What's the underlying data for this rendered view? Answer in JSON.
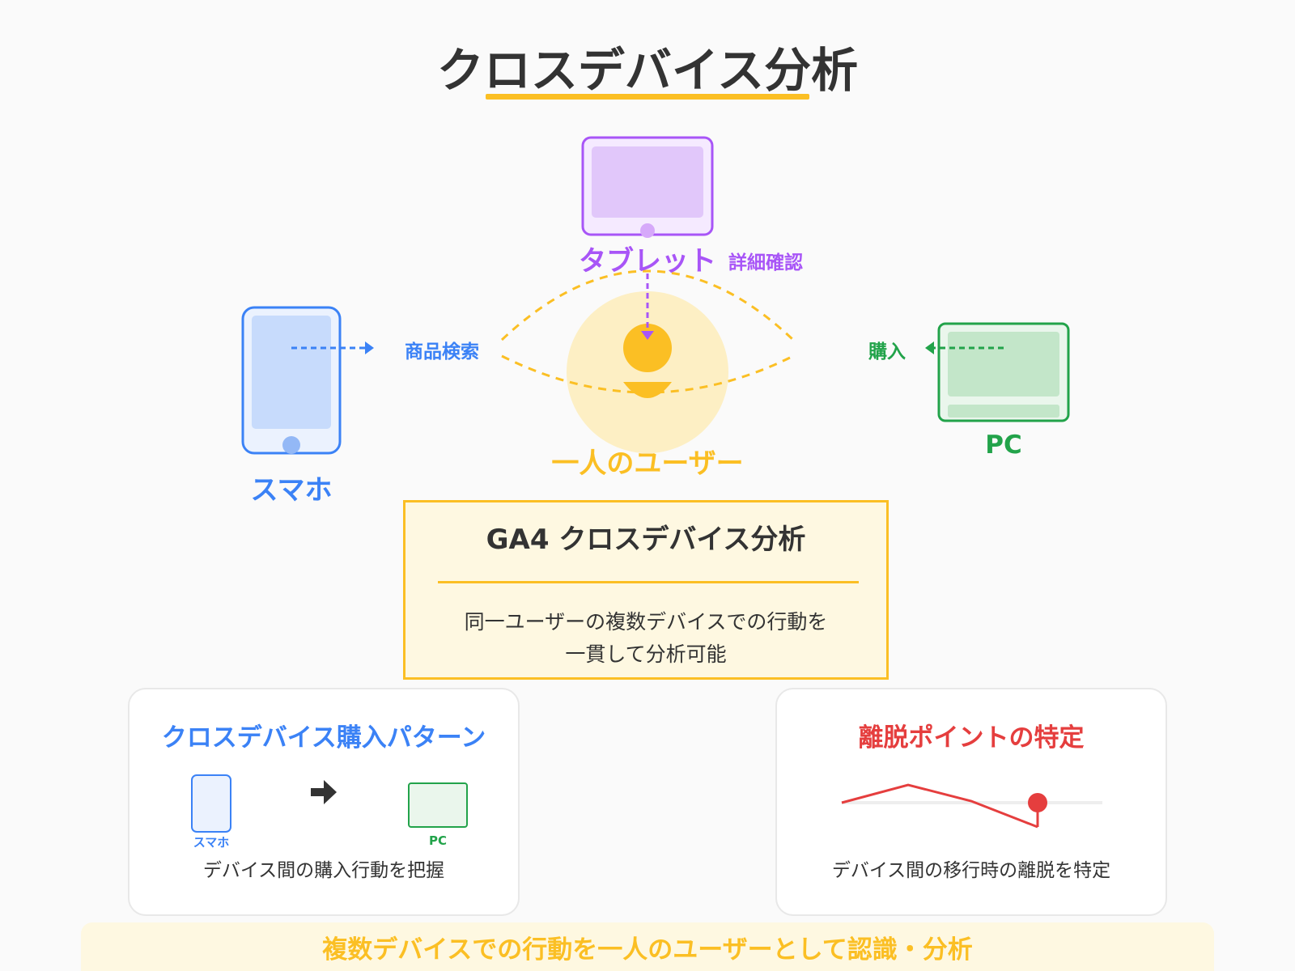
{
  "title": "クロスデバイス分析",
  "devices": {
    "tablet": {
      "label": "タブレット",
      "action": "詳細確認",
      "color": "#a855f7"
    },
    "smartphone": {
      "label": "スマホ",
      "action": "商品検索",
      "color": "#3b82f6"
    },
    "pc": {
      "label": "PC",
      "action": "購入",
      "color": "#22a34a"
    }
  },
  "user": {
    "label": "一人のユーザー",
    "color": "#fbbf24"
  },
  "ga4_box": {
    "title": "GA4 クロスデバイス分析",
    "description_line1": "同一ユーザーの複数デバイスでの行動を",
    "description_line2": "一貫して分析可能"
  },
  "cards": {
    "purchase_pattern": {
      "title": "クロスデバイス購入パターン",
      "from_label": "スマホ",
      "to_label": "PC",
      "description": "デバイス間の購入行動を把握",
      "color": "#3b82f6"
    },
    "dropoff": {
      "title": "離脱ポイントの特定",
      "description": "デバイス間の移行時の離脱を特定",
      "color": "#e53e3e"
    }
  },
  "footer": "複数デバイスでの行動を一人のユーザーとして認識・分析"
}
